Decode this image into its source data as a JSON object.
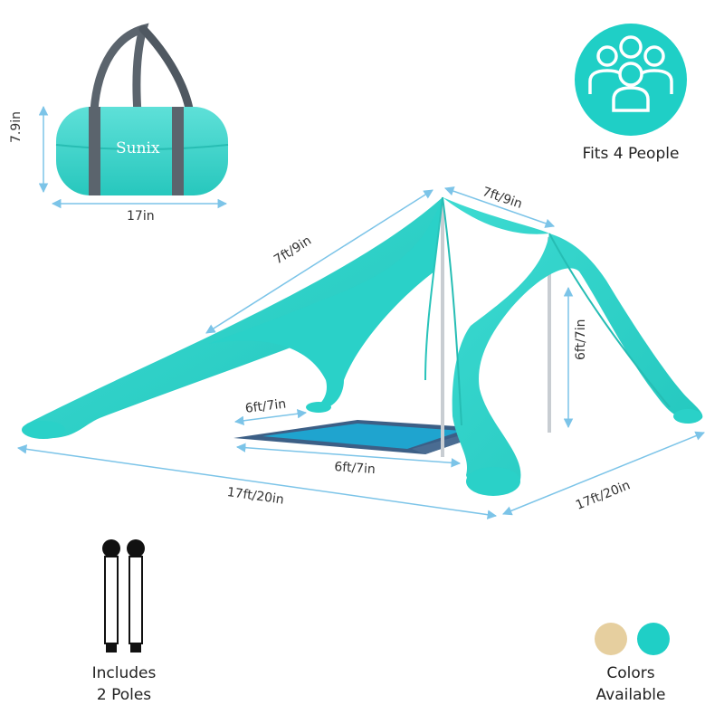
{
  "bag": {
    "brand": "Sunix",
    "height_label": "7.9in",
    "width_label": "17in"
  },
  "people_badge": {
    "icon": "group-icon",
    "caption": "Fits 4 People"
  },
  "tent": {
    "top_left_edge": "7ft/9in",
    "top_right_edge": "7ft/9in",
    "pole_height": "6ft/7in",
    "mat_width": "6ft/7in",
    "mat_length": "6ft/7in",
    "front_length": "17ft/20in",
    "side_length": "17ft/20in"
  },
  "poles": {
    "icon": "pole-icon",
    "caption_line1": "Includes",
    "caption_line2": "2 Poles"
  },
  "colors": {
    "caption_line1": "Colors",
    "caption_line2": "Available",
    "swatches": [
      "#e6cf9f",
      "#1fcfc6"
    ]
  },
  "palette": {
    "teal": "#2fd3ca",
    "dimension_line": "#7cc4e8",
    "mat_dark": "#3c5f86",
    "mat_light": "#1fa4cf"
  }
}
